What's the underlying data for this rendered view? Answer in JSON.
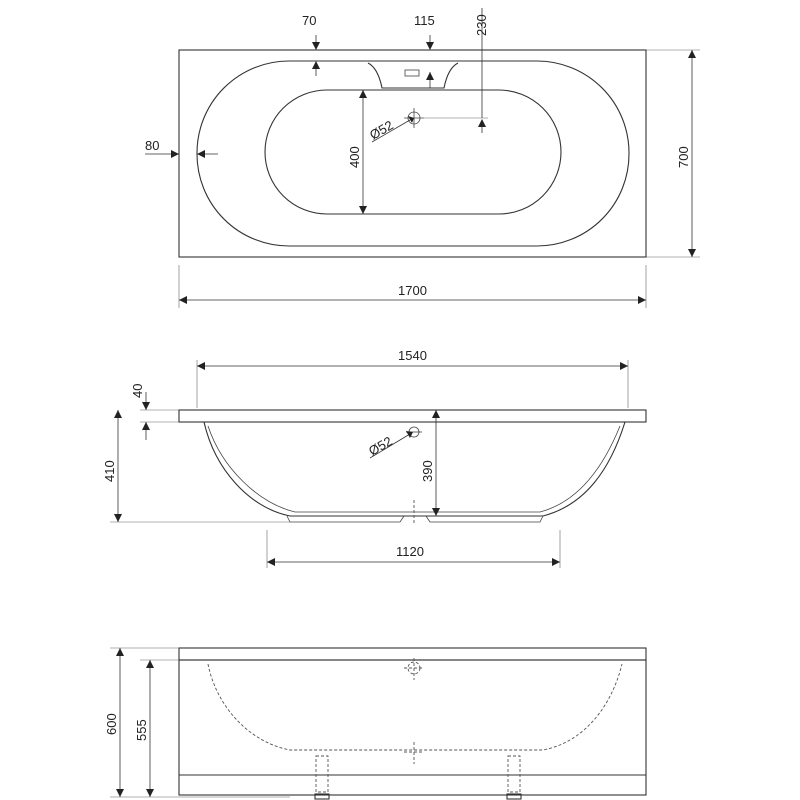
{
  "top_view": {
    "dim_rim_70": "70",
    "dim_overflow_115": "115",
    "dim_drain_230": "230",
    "dim_side_80": "80",
    "dim_inner_width_400": "400",
    "dim_drain_diameter": "Ø52",
    "dim_width_700": "700",
    "dim_length_1700": "1700"
  },
  "side_view": {
    "dim_top_1540": "1540",
    "dim_rim_40": "40",
    "dim_height_410": "410",
    "dim_depth_390": "390",
    "dim_drain_diameter": "Ø52",
    "dim_bottom_1120": "1120"
  },
  "front_view": {
    "dim_height_600": "600",
    "dim_height_555": "555"
  }
}
